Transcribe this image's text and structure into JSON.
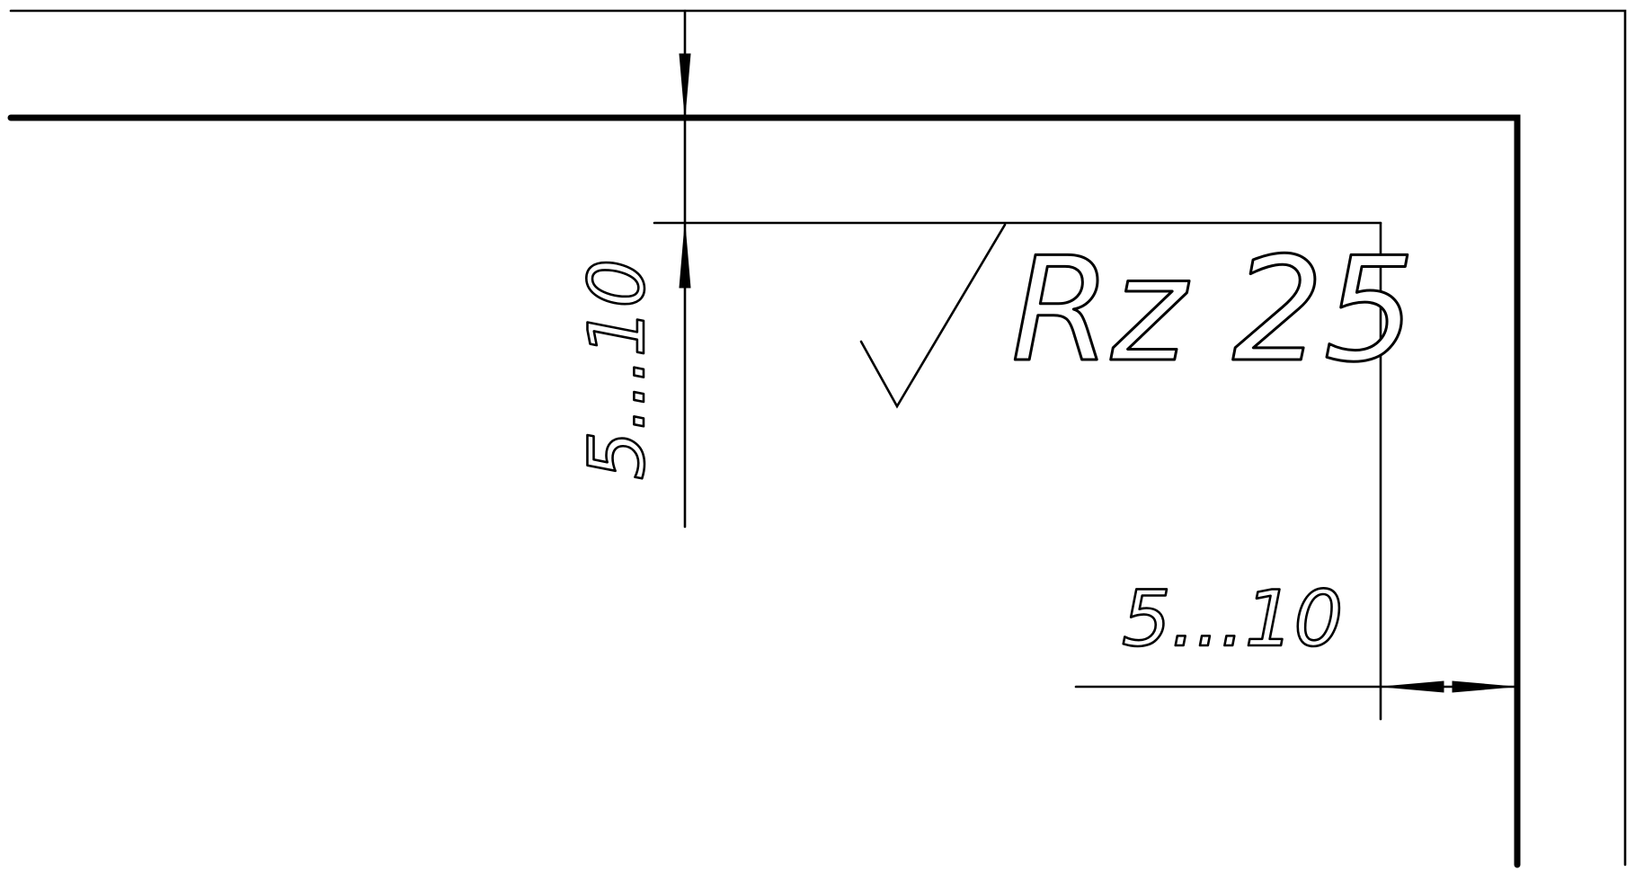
{
  "drawing": {
    "roughness_label": "Rz 25",
    "vertical_dimension_label": "5...10",
    "horizontal_dimension_label": "5...10"
  },
  "colors": {
    "ink": "#000000",
    "paper": "#ffffff"
  }
}
